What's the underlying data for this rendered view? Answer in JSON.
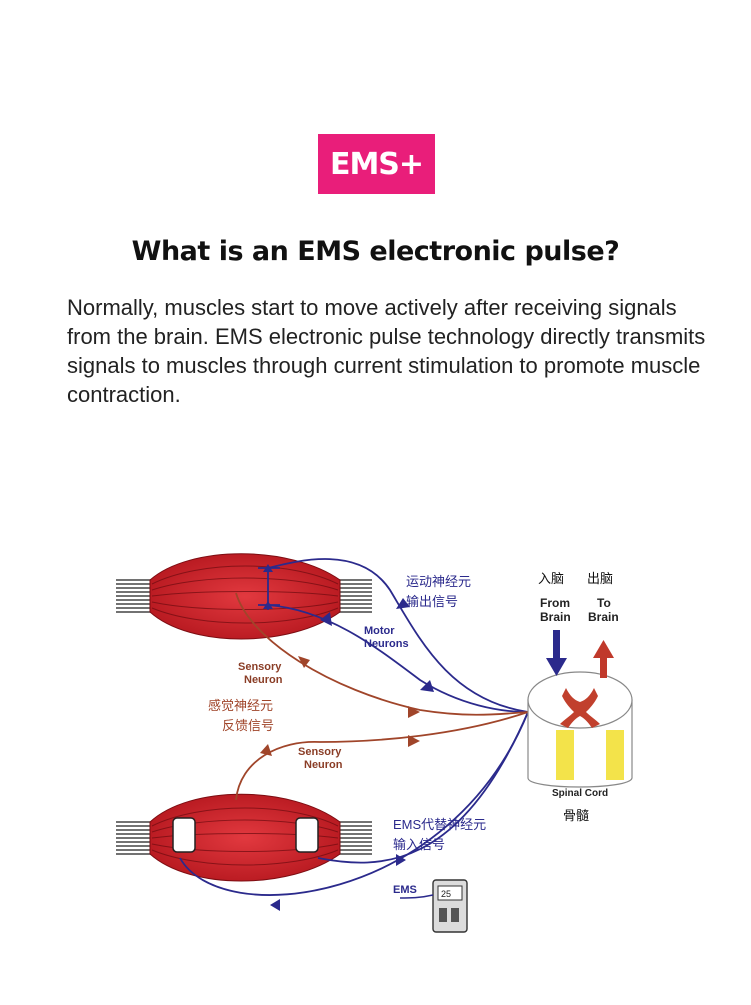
{
  "badge": {
    "label": "EMS+",
    "color": "#e91e7a"
  },
  "heading": "What is an EMS electronic pulse?",
  "paragraph": "Normally, muscles start to move actively after receiving signals from the brain. EMS electronic pulse technology directly transmits signals to muscles through current stimulation to promote muscle contraction.",
  "diagram": {
    "motor_signal_cn_1": "运动神经元",
    "motor_signal_cn_2": "输出信号",
    "motor_neurons_1": "Motor",
    "motor_neurons_2": "Neurons",
    "sensory_neuron_1": "Sensory",
    "sensory_neuron_2": "Neuron",
    "sensory_signal_cn_1": "感觉神经元",
    "sensory_signal_cn_2": "反馈信号",
    "sensory_neuron_b_1": "Sensory",
    "sensory_neuron_b_2": "Neuron",
    "to_brain_in_cn": "入脑",
    "from_brain_cn": "出脑",
    "from_brain_1": "From",
    "from_brain_2": "Brain",
    "to_brain_1": "To",
    "to_brain_2": "Brain",
    "spinal_cord": "Spinal Cord",
    "spinal_cord_cn": "骨髓",
    "ems_signal_cn_1": "EMS代替神经元",
    "ems_signal_cn_2": "输入信号",
    "ems_label": "EMS",
    "device_display": "25",
    "colors": {
      "muscle": "#d01f26",
      "motor_nerve": "#2b2a8c",
      "sensory_nerve": "#a0452a",
      "cn_label": "#2b2a8c",
      "sensory_cn_label": "#a0452a",
      "arrow_up": "#c0392b",
      "arrow_down": "#2b2a8c",
      "spinal_yellow": "#f3e34a"
    }
  }
}
